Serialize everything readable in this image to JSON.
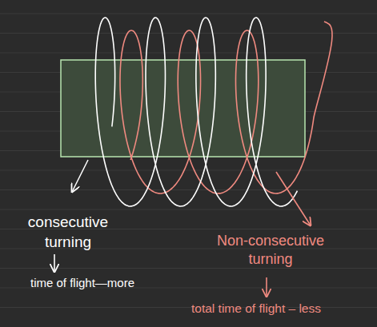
{
  "diagram": {
    "labels": [
      "consecutive turning",
      "time of flight—more",
      "Non-consecutive turning",
      "total time of flight – less"
    ]
  }
}
